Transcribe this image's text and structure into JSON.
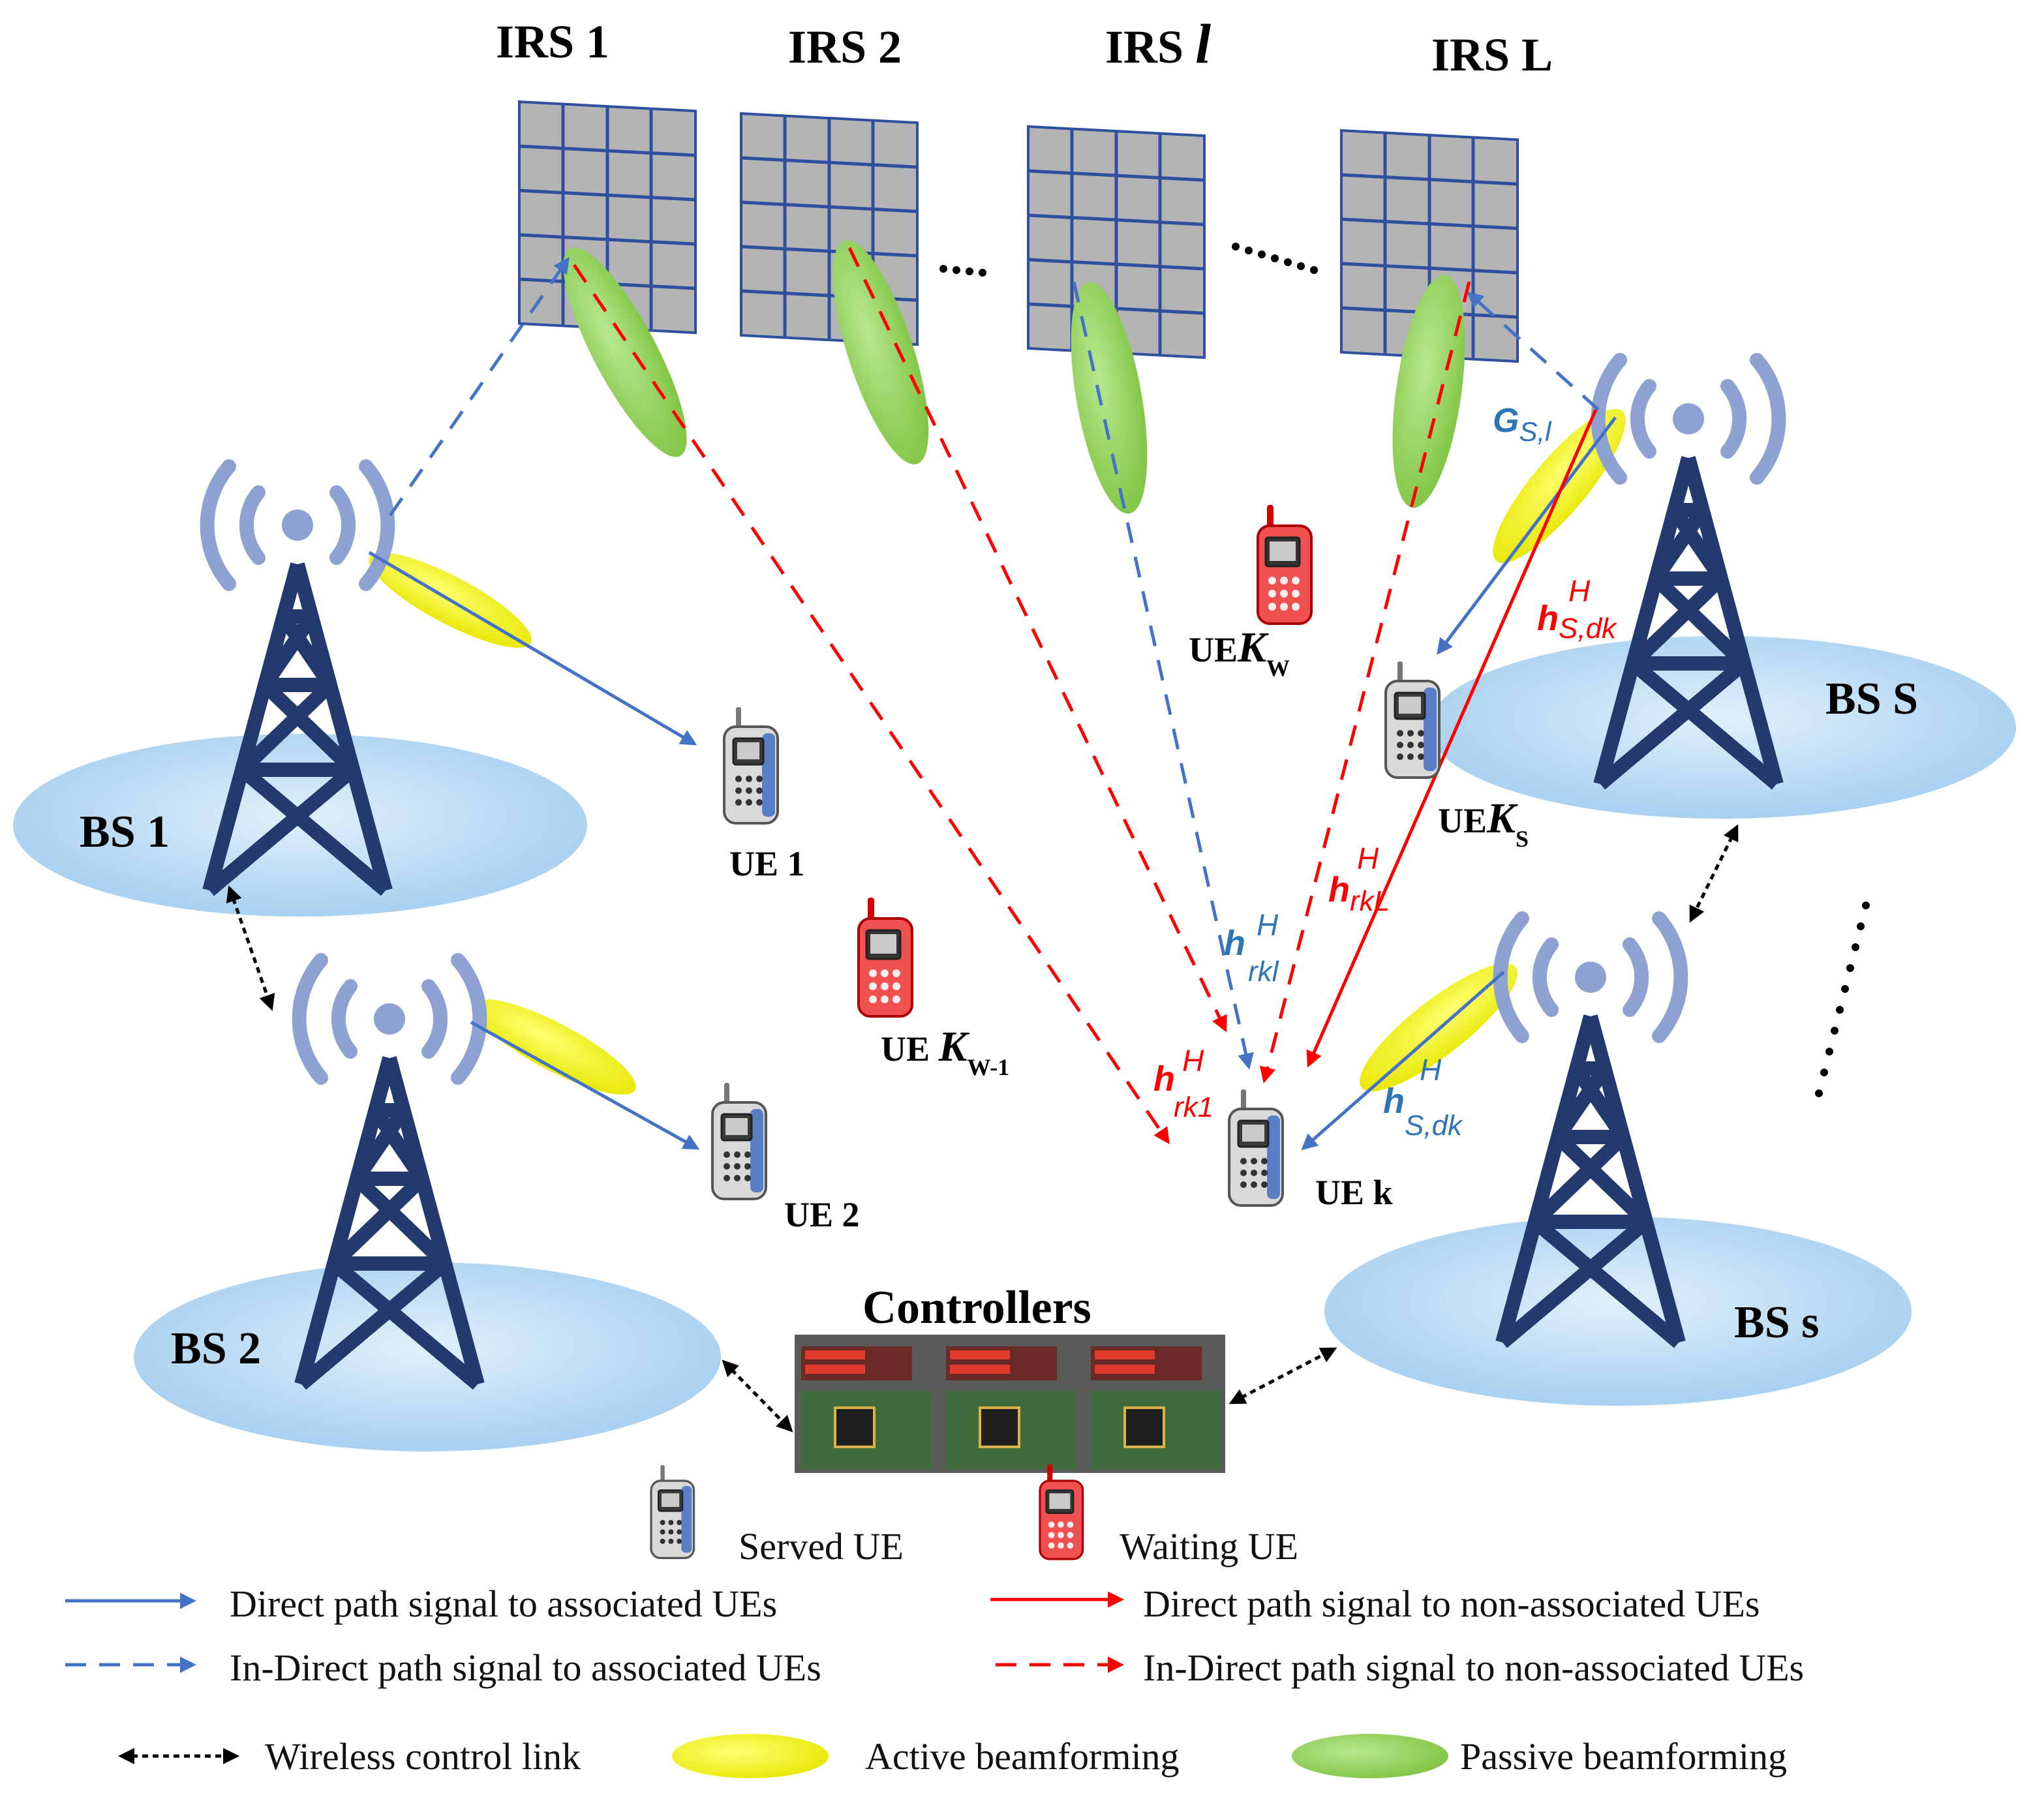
{
  "irs": [
    {
      "id": "irs-1",
      "label": "IRS 1"
    },
    {
      "id": "irs-2",
      "label": "IRS 2"
    },
    {
      "id": "irs-l",
      "label": "IRS ",
      "label_italic": "l"
    },
    {
      "id": "irs-L",
      "label": "IRS L"
    }
  ],
  "base_stations": {
    "bs1": "BS 1",
    "bs2": "BS 2",
    "bsS": "BS S",
    "bss": "BS s"
  },
  "ues": {
    "ue1": "UE 1",
    "ue2": "UE 2",
    "uek": "UE k",
    "uekw_prefix": "UE",
    "uekw_sym": "K",
    "uekw_sub": "W",
    "uekw1_prefix": "UE ",
    "uekw1_sym": "K",
    "uekw1_sub": "W-1",
    "ueks_prefix": "UE",
    "ueks_sym": "K",
    "ueks_sub": "S"
  },
  "controllers": {
    "title": "Controllers"
  },
  "channel_labels": {
    "g": {
      "sym": "G",
      "sub": "S,l",
      "sup": ""
    },
    "h_sdk_red": {
      "sym": "h",
      "sub": "S,dk",
      "sup": "H"
    },
    "h_rkL": {
      "sym": "h",
      "sub": "rkL",
      "sup": "H"
    },
    "h_rkl": {
      "sym": "h",
      "sub": "rkl",
      "sup": "H"
    },
    "h_rk1": {
      "sym": "h",
      "sub": "rk1",
      "sup": "H"
    },
    "h_sdk_blue": {
      "sym": "h",
      "sub": "S,dk",
      "sup": "H"
    }
  },
  "legend": {
    "served_ue": "Served UE",
    "waiting_ue": "Waiting UE",
    "direct_assoc": "Direct path signal to associated UEs",
    "direct_nonassoc": "Direct path signal to non-associated UEs",
    "indirect_assoc": "In-Direct path signal to associated UEs",
    "indirect_nonassoc": "In-Direct path signal to non-associated UEs",
    "wireless_link": "Wireless control link",
    "active_bf": "Active beamforming",
    "passive_bf": "Passive beamforming"
  },
  "colors": {
    "tower": "#233a6e",
    "signal_arc": "#8ea2d2",
    "blue_path": "#4472c4",
    "red_path": "#ff0000",
    "active_beam": "#ffff00",
    "passive_beam": "#92d050",
    "cell": "#a8d4f2",
    "irs_panel": "#b4b4b4",
    "irs_grid": "#2f4f9f"
  }
}
